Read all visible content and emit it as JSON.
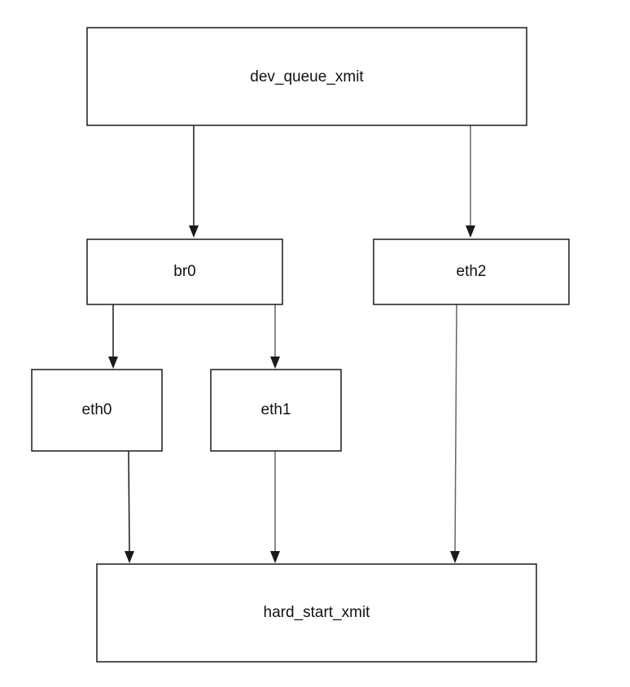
{
  "diagram": {
    "nodes": {
      "dev_queue_xmit": "dev_queue_xmit",
      "br0": "br0",
      "eth2": "eth2",
      "eth0": "eth0",
      "eth1": "eth1",
      "hard_start_xmit": "hard_start_xmit"
    },
    "edges": [
      {
        "from": "dev_queue_xmit",
        "to": "br0"
      },
      {
        "from": "dev_queue_xmit",
        "to": "eth2"
      },
      {
        "from": "br0",
        "to": "eth0"
      },
      {
        "from": "br0",
        "to": "eth1"
      },
      {
        "from": "eth0",
        "to": "hard_start_xmit"
      },
      {
        "from": "eth1",
        "to": "hard_start_xmit"
      },
      {
        "from": "eth2",
        "to": "hard_start_xmit"
      }
    ]
  }
}
